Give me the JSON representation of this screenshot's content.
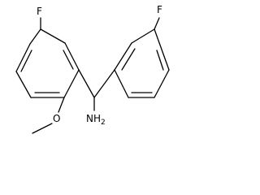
{
  "molecule": {
    "atoms": {
      "fluorine_left": "F",
      "fluorine_right": "F",
      "oxygen": "O",
      "amine_n": "NH",
      "amine_sub": "2"
    }
  },
  "colors": {
    "bond": "#000000",
    "text": "#000000",
    "background": "#ffffff"
  }
}
